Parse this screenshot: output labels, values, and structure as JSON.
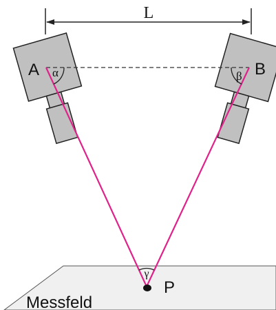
{
  "dimension_label": "L",
  "camera_a": {
    "label": "A",
    "angle_symbol": "α"
  },
  "camera_b": {
    "label": "B",
    "angle_symbol": "β"
  },
  "target": {
    "label": "P",
    "angle_symbol": "γ"
  },
  "field_label": "Messfeld",
  "colors": {
    "ray": "#e0218a",
    "camera_fill": "#c0c0c0",
    "plane_fill": "#f0f0f0",
    "stroke": "#222222"
  }
}
